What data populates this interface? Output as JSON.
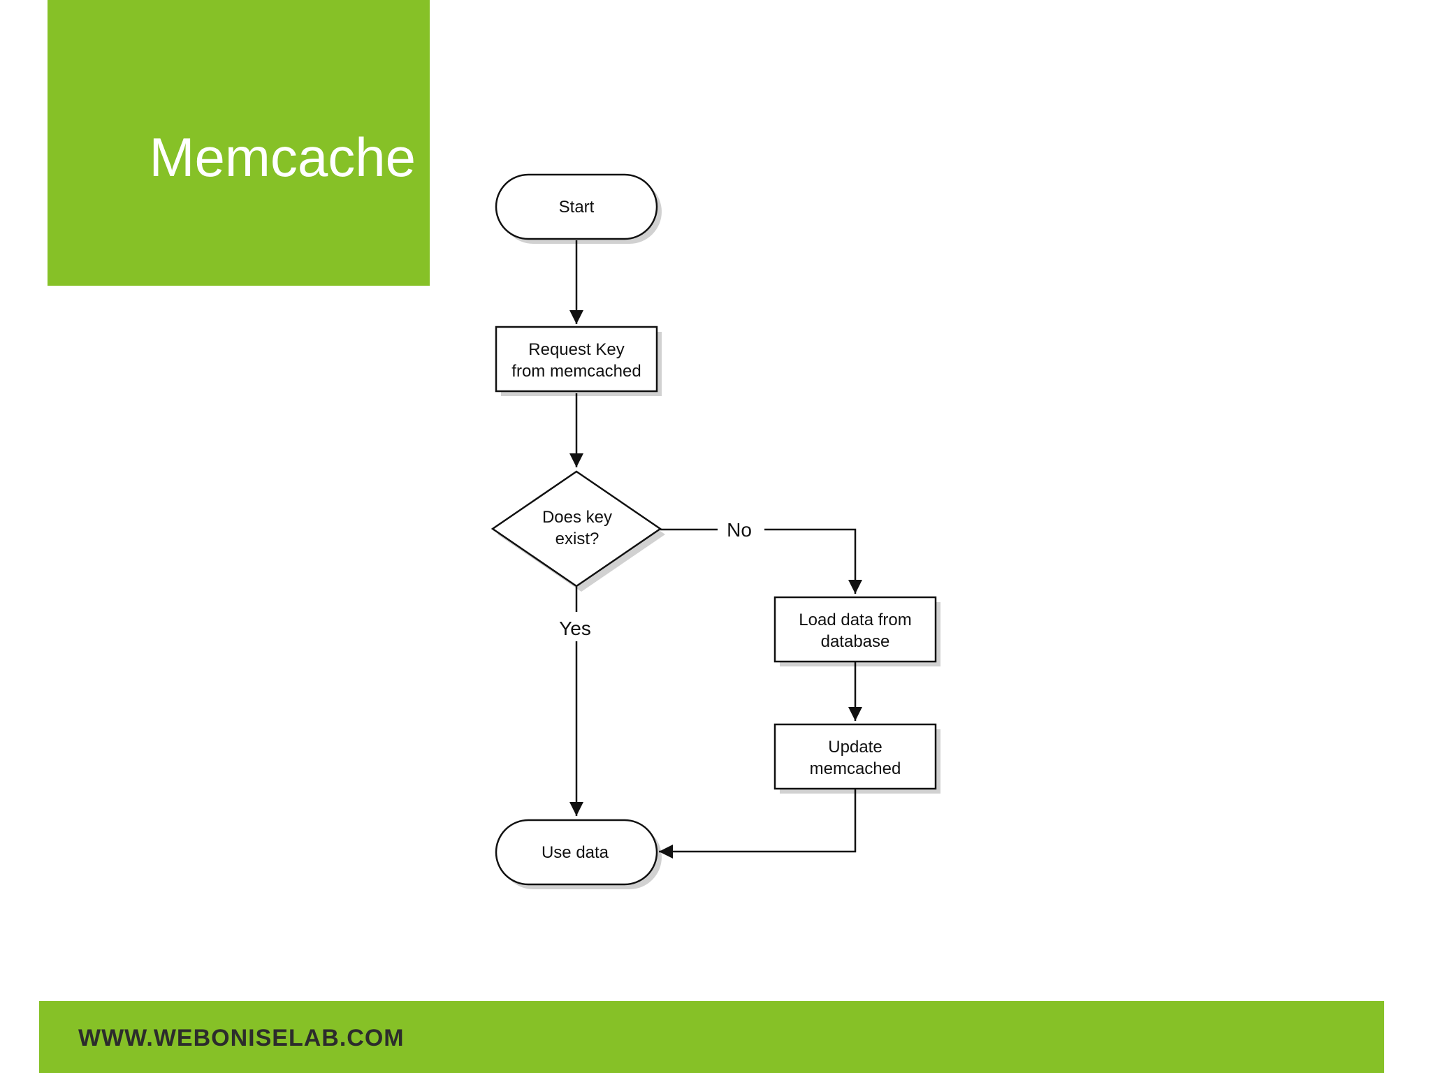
{
  "slide": {
    "title": "Memcache",
    "footer": "WWW.WEBONISELAB.COM",
    "accent_color": "#86c127"
  },
  "flowchart": {
    "nodes": {
      "start": {
        "lines": [
          "Start"
        ],
        "shape": "terminator"
      },
      "request": {
        "lines": [
          "Request Key",
          "from memcached"
        ],
        "shape": "process"
      },
      "decision": {
        "lines": [
          "Does key",
          "exist?"
        ],
        "shape": "decision"
      },
      "load": {
        "lines": [
          "Load data from",
          "database"
        ],
        "shape": "process"
      },
      "update": {
        "lines": [
          "Update",
          "memcached"
        ],
        "shape": "process"
      },
      "use": {
        "lines": [
          "Use data"
        ],
        "shape": "terminator"
      }
    },
    "edges": [
      {
        "from": "start",
        "to": "request",
        "label": ""
      },
      {
        "from": "request",
        "to": "decision",
        "label": ""
      },
      {
        "from": "decision",
        "to": "load",
        "label": "No"
      },
      {
        "from": "decision",
        "to": "use",
        "label": "Yes"
      },
      {
        "from": "load",
        "to": "update",
        "label": ""
      },
      {
        "from": "update",
        "to": "use",
        "label": ""
      }
    ]
  }
}
